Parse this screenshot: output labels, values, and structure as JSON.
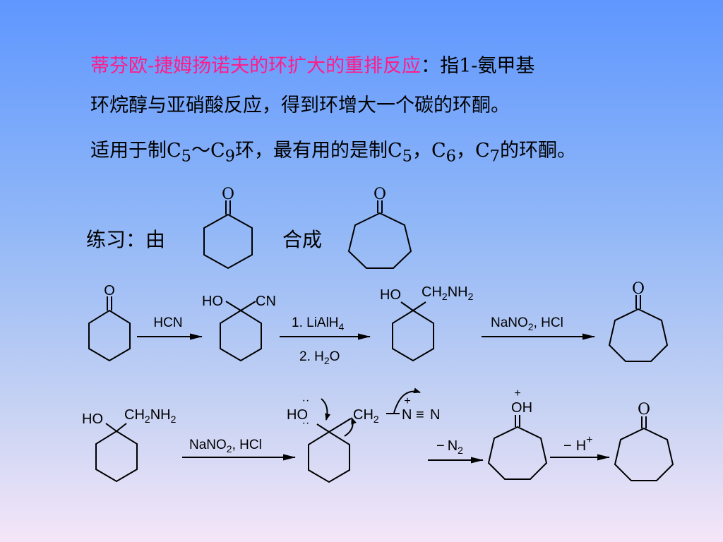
{
  "text": {
    "line1_red": "蒂芬欧-捷姆扬诺夫的环扩大的重排反应",
    "line1_rest": "：指1-氨甲基",
    "line2": "环烷醇与亚硝酸反应，得到环增大一个碳的环酮。",
    "line3_a": "适用于制C",
    "line3_b": "～C",
    "line3_c": "环，最有用的是制C",
    "line3_d": "，C",
    "line3_e": "，C",
    "line3_f": "的环酮。",
    "sub_5": "5",
    "sub_9": "9",
    "sub_6": "6",
    "sub_7": "7",
    "exercise_from": "练习：由",
    "exercise_make": "合成"
  },
  "labels": {
    "O": "O",
    "HO": "HO",
    "CN": "CN",
    "CH": "CH",
    "NH": "NH",
    "N": "N",
    "H": "H",
    "sub2": "2",
    "sub4": "4",
    "plus": "+",
    "minus": "−",
    "hcn": "HCN",
    "lialh_pre": "1. LiAlH",
    "h2o_pre": "2. H",
    "h2o_post": "O",
    "nano_pre": "NaNO",
    "nano_post": ", HCl",
    "lone_pair": "··",
    "triple_bond": "≡"
  }
}
